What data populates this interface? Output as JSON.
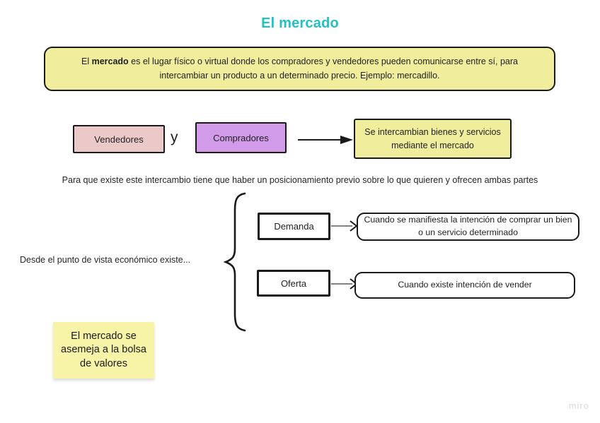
{
  "title": "El mercado",
  "definition_box": {
    "prefix": "El ",
    "bold_term": "mercado",
    "text_rest": " es el lugar físico o virtual donde los compradores y vendedores pueden comunicarse entre sí, para intercambiar un producto a un determinado precio. Ejemplo: mercadillo."
  },
  "exchange_row": {
    "sellers_label": "Vendedores",
    "connector": "y",
    "buyers_label": "Compradores",
    "result_label": "Se intercambian bienes y servicios mediante el mercado"
  },
  "positioning_note": "Para que existe este intercambio tiene que haber un posicionamiento previo sobre lo que quieren y ofrecen ambas partes",
  "economic_view": {
    "label": "Desde el punto de vista económico existe...",
    "branches": [
      {
        "term": "Demanda",
        "description": "Cuando se manifiesta la intención de comprar un bien o un servicio determinado"
      },
      {
        "term": "Oferta",
        "description": "Cuando existe intención de vender"
      }
    ]
  },
  "sticky_note": {
    "text": "El mercado se asemeja a la bolsa de valores"
  },
  "watermark": "miro",
  "colors": {
    "title_accent": "#22c1c5",
    "note_yellow": "#f0ee9d",
    "sticky_yellow": "#f7f4a7",
    "sellers_pink": "#ecc9c9",
    "buyers_purple": "#d19bea",
    "outline_black": "#1a1a1a",
    "watermark_gray": "#d9d9d9"
  }
}
